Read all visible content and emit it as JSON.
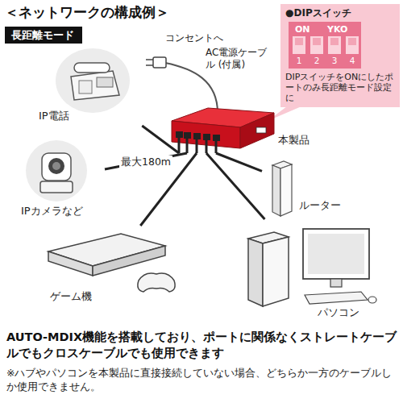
{
  "diagram": {
    "title": "＜ネットワークの構成例＞",
    "caption": "AUTO-MDIX機能を搭載しており、ポートに関係なくストレートケーブルでもクロスケーブルでも使用できます",
    "nodes": [
      {
        "text": [
          "長距離モード"
        ]
      },
      {
        "text": [
          "●DIPスイッチ",
          "ON",
          "YKO",
          "1",
          "2",
          "3",
          "4",
          "DIPスイッチをONにしたポートのみ長距離モード設定に"
        ]
      },
      {
        "text": [
          "IP電話"
        ]
      },
      {
        "text": [
          "本製品"
        ]
      },
      {
        "text": [
          "IPカメラなど"
        ]
      },
      {
        "text": [
          "ルーター"
        ]
      },
      {
        "text": [
          "ゲーム機"
        ]
      },
      {
        "text": [
          "パソコン"
        ]
      }
    ],
    "edges": [
      {
        "from": 3,
        "to": 2,
        "arrow": "none"
      },
      {
        "from": 3,
        "to": 4,
        "arrow": "none",
        "label": "最大180m"
      },
      {
        "from": 3,
        "to": 6,
        "arrow": "none"
      },
      {
        "from": 3,
        "to": 7,
        "arrow": "none"
      },
      {
        "from": 3,
        "to": 5,
        "arrow": "none"
      }
    ],
    "labels": [
      "コンセントへ",
      "AC電源ケーブル (付属)",
      "※ハブやパソコンを本製品に直接接続していない場合、どちらか一方のケーブルしか使用できません。"
    ]
  }
}
